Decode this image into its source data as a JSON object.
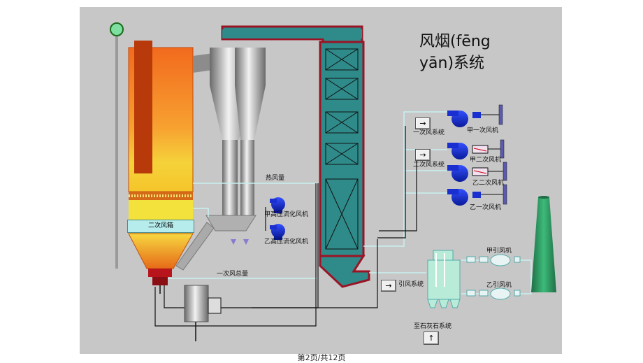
{
  "title": "风烟(fēng yān)系统",
  "labels": {
    "hot_air_flow": "热风量",
    "primary_air_total": "一次风总量",
    "secondary_air_box": "二次风箱",
    "fan_hp_fluid_a": "甲高压流化风机",
    "fan_hp_fluid_b": "乙高压流化风机",
    "primary_air_system": "一次风系统",
    "secondary_air_system": "二次风系统",
    "induced_draft_system": "引风系统",
    "limestone_system": "至石灰石系统",
    "fan_primary_a": "甲一次风机",
    "fan_secondary_a": "甲二次风机",
    "fan_secondary_b": "乙二次风机",
    "fan_primary_b": "乙一次风机",
    "id_fan_a": "甲引风机",
    "id_fan_b": "乙引风机"
  },
  "buttons": {
    "right_arrow": "→",
    "up_arrow": "↑"
  },
  "footer": {
    "page_indicator": "第2页/共12页"
  },
  "colors": {
    "panel_bg": "#c7c7c7",
    "duct_red": "#9a1426",
    "backpass_teal": "#2f8a8a",
    "fan_blue": "#1a2fcf",
    "stack_green": "#2e9b62",
    "furnace_orange": "#f07a20"
  }
}
